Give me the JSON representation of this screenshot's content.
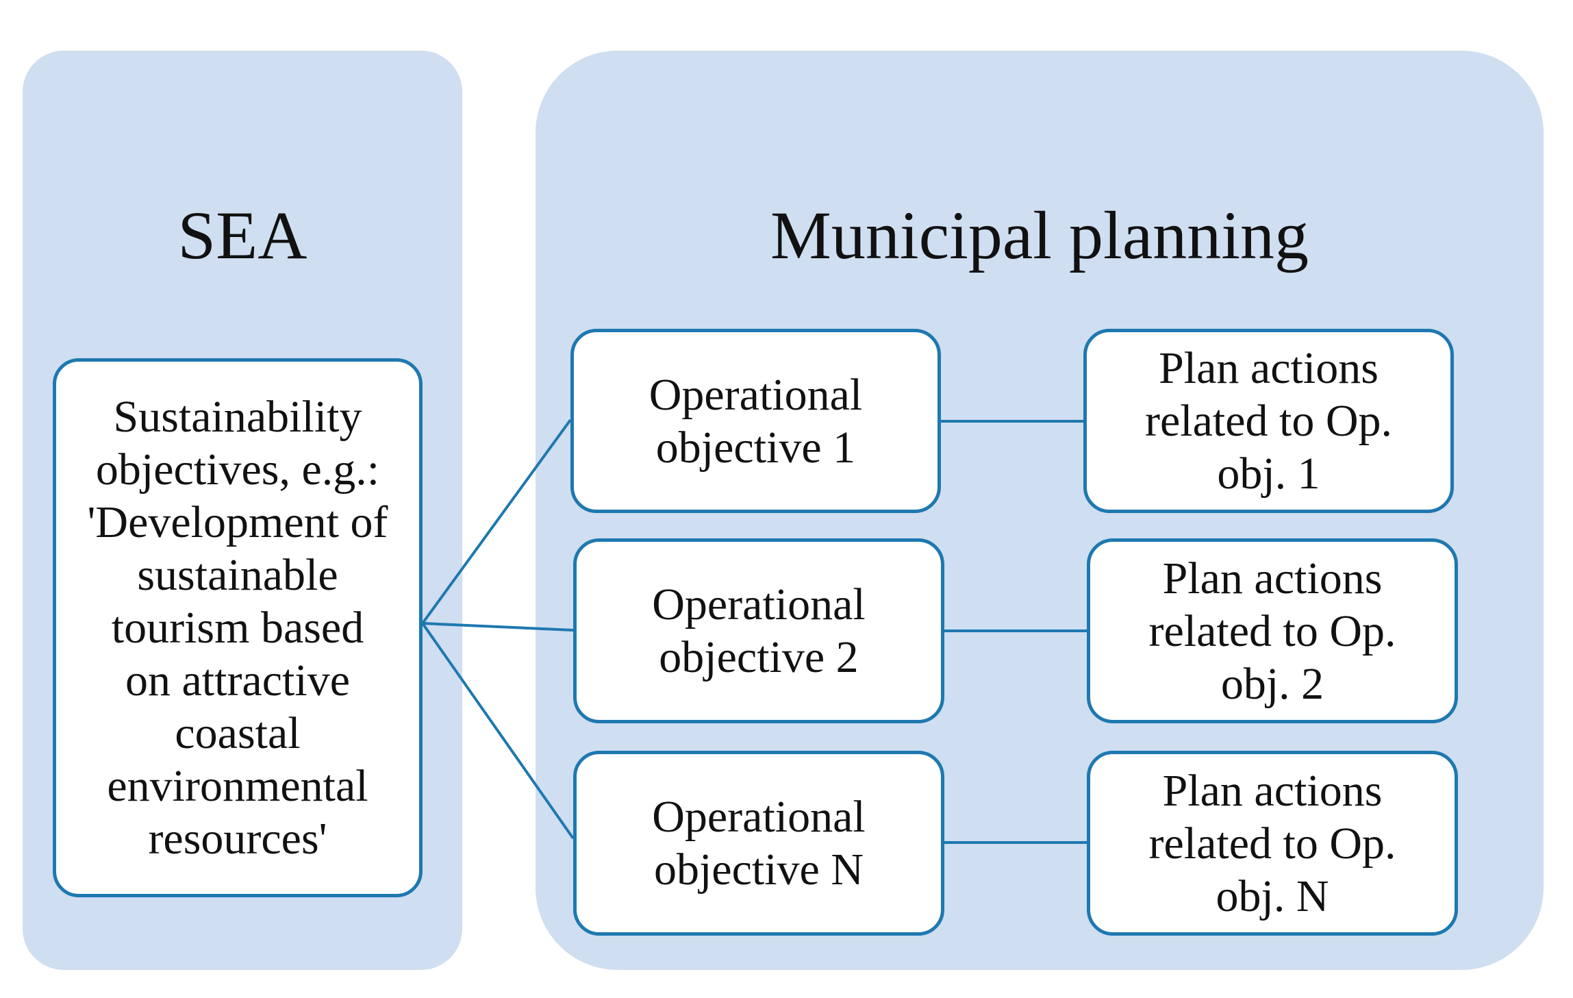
{
  "sea": {
    "title": "SEA",
    "objectives_box": "Sustainability\nobjectives, e.g.:\n'Development of\nsustainable\ntourism based\non attractive\ncoastal\nenvironmental\nresources'"
  },
  "municipal": {
    "title": "Municipal planning",
    "operational_objectives": [
      "Operational\nobjective 1",
      "Operational\nobjective 2",
      "Operational\nobjective N"
    ],
    "plan_actions": [
      "Plan actions\nrelated to Op.\nobj. 1",
      "Plan actions\nrelated to Op.\nobj. 2",
      "Plan actions\nrelated to Op.\nobj. N"
    ]
  },
  "colors": {
    "panel_fill": "#cfdef0",
    "box_border": "#1e78b0",
    "connector": "#1e78b0"
  }
}
